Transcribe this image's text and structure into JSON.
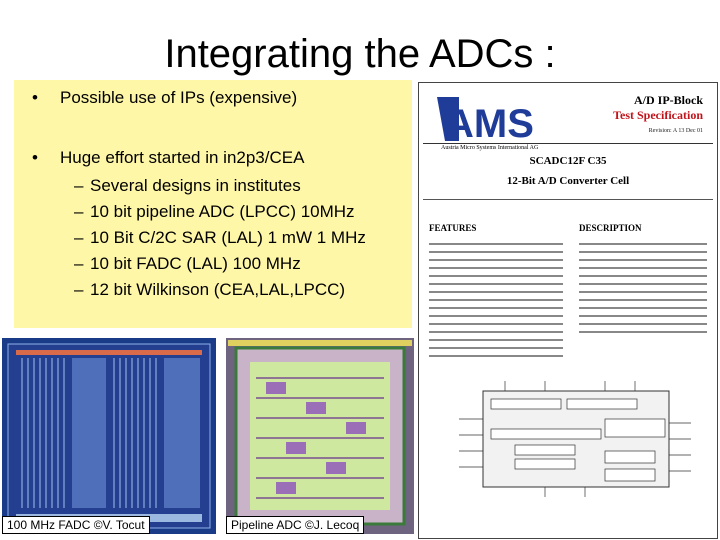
{
  "slide": {
    "title": "Integrating the ADCs :",
    "bullets": [
      "Possible use of IPs (expensive)",
      "Huge effort started in in2p3/CEA"
    ],
    "sub_bullets": [
      "Several designs in institutes",
      "10 bit pipeline ADC (LPCC) 10MHz",
      "10 Bit C/2C SAR  (LAL)  1 mW 1 MHz",
      "10 bit FADC  (LAL)  100 MHz",
      "12 bit Wilkinson (CEA,LAL,LPCC)"
    ],
    "bullet_marker": "•",
    "dash_marker": "–"
  },
  "spec_sheet": {
    "logo_text": "AMS",
    "logo_sub": "Austria Micro Systems International AG",
    "header_line1": "A/D IP-Block",
    "header_line2": "Test Specification",
    "revision": "Revision: A      13 Dec 01",
    "part": "SCADC12F C35",
    "cell_name": "12-Bit A/D Converter Cell",
    "features_heading": "FEATURES",
    "description_heading": "DESCRIPTION"
  },
  "captions": {
    "left": "100 MHz FADC  ©V. Tocut",
    "right": "Pipeline ADC  ©J. Lecoq"
  },
  "colors": {
    "highlight": "#fff7a8",
    "logo_blue": "#1f3c99",
    "chip_bg": "#1a3b88"
  }
}
